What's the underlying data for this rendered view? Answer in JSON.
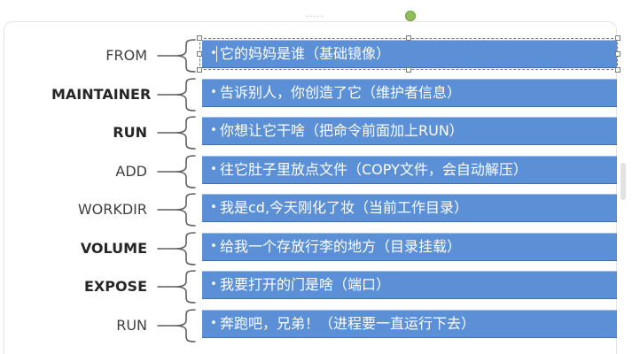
{
  "diagram": {
    "rows": [
      {
        "keyword": "FROM",
        "bold": false,
        "description": "它的妈妈是谁（基础镜像）"
      },
      {
        "keyword": "MAINTAINER",
        "bold": true,
        "description": "告诉别人，你创造了它（维护者信息）"
      },
      {
        "keyword": "RUN",
        "bold": true,
        "description": "你想让它干啥（把命令前面加上RUN）"
      },
      {
        "keyword": "ADD",
        "bold": false,
        "description": "往它肚子里放点文件（COPY文件，会自动解压）"
      },
      {
        "keyword": "WORKDIR",
        "bold": false,
        "description": "我是cd,今天刚化了妆（当前工作目录）"
      },
      {
        "keyword": "VOLUME",
        "bold": true,
        "description": "给我一个存放行李的地方（目录挂载）"
      },
      {
        "keyword": "EXPOSE",
        "bold": true,
        "description": "我要打开的门是啥（端口）"
      },
      {
        "keyword": "RUN",
        "bold": false,
        "description": "奔跑吧，兄弟！（进程要一直运行下去）"
      }
    ]
  },
  "colors": {
    "box_fill": "#5b8fd6",
    "box_text": "#ffffff",
    "label_text": "#3f3f3f",
    "brace_stroke": "#5f5f5f",
    "rotate_handle": "#8fbf5a"
  },
  "editor": {
    "selected_row_index": 0,
    "rotate_handle_icon": "rotate-handle-icon"
  }
}
